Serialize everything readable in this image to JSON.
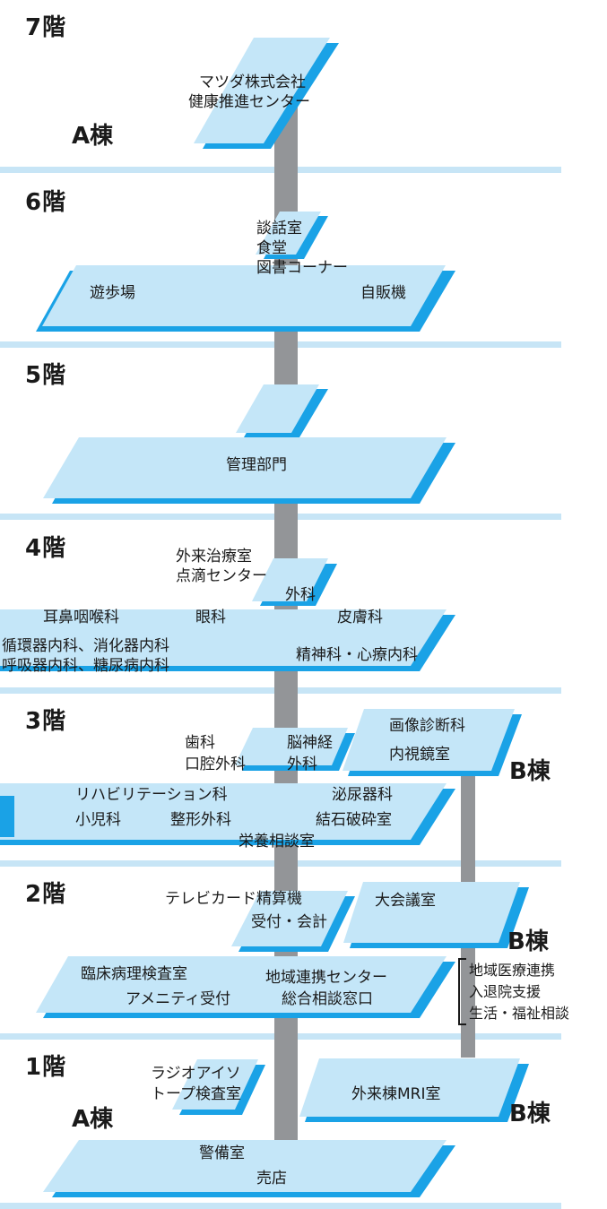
{
  "colors": {
    "light": "#c4e6f8",
    "blue": "#1aa2e6",
    "gray": "#939598",
    "band": "#c7e5f6"
  },
  "floors": {
    "f7": {
      "label": "7階",
      "items": {
        "mazda": "マツダ株式会社",
        "kenko": "健康推進センター",
        "a_bldg": "A棟"
      }
    },
    "f6": {
      "label": "6階",
      "items": {
        "danwa": "談話室",
        "shokudo": "食堂",
        "tosho": "図書コーナー",
        "yuho": "遊歩場",
        "jihanki": "自販機"
      }
    },
    "f5": {
      "label": "5階",
      "items": {
        "kanri": "管理部門"
      }
    },
    "f4": {
      "label": "4階",
      "items": {
        "gairai_chiryo": "外来治療室",
        "tenteki": "点滴センター",
        "geka": "外科",
        "jibi": "耳鼻咽喉科",
        "ganka": "眼科",
        "hifu": "皮膚科",
        "junkan": "循環器内科、消化器内科",
        "kokyu": "呼吸器内科、糖尿病内科",
        "seishin": "精神科・心療内科"
      }
    },
    "f3": {
      "label": "3階",
      "items": {
        "shika": "歯科",
        "koku": "口腔外科",
        "noshinkei": "脳神経",
        "geka": "外科",
        "gazo": "画像診断科",
        "naishi": "内視鏡室",
        "b_bldg": "B棟",
        "riha": "リハビリテーション科",
        "shoni": "小児科",
        "seikei": "整形外科",
        "hinyo": "泌尿器科",
        "kesseki": "結石破砕室",
        "eiyo": "栄養相談室"
      }
    },
    "f2": {
      "label": "2階",
      "items": {
        "telecard": "テレビカード精算機",
        "uketsuke": "受付・会計",
        "daikaigi": "大会議室",
        "b_bldg": "B棟",
        "rinsho": "臨床病理検査室",
        "amenity": "アメニティ受付",
        "chiiki_center": "地域連携センター",
        "sogo": "総合相談窓口",
        "chiiki_iryo": "地域医療連携",
        "nyutai": "入退院支援",
        "seikatsu": "生活・福祉相談"
      }
    },
    "f1": {
      "label": "1階",
      "items": {
        "radio1": "ラジオアイソ",
        "radio2": "トープ検査室",
        "a_bldg": "A棟",
        "mri": "外来棟MRI室",
        "b_bldg": "B棟",
        "keibi": "警備室",
        "baiten": "売店"
      }
    }
  }
}
